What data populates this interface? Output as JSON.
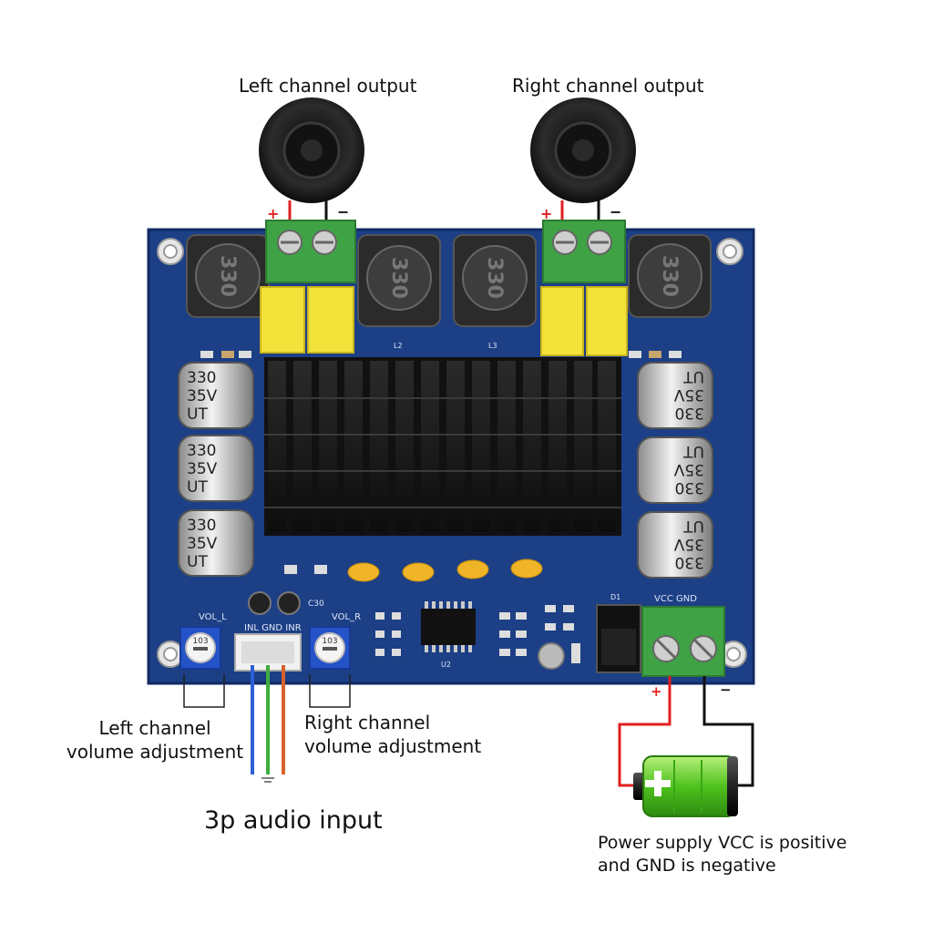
{
  "labels": {
    "left_output": "Left channel output",
    "right_output": "Right channel output",
    "left_volume": "Left channel volume adjustment",
    "right_volume": "Right channel volume adjustment",
    "audio_input": "3p audio input",
    "power_supply": "Power supply VCC is positive and GND is negative"
  },
  "board": {
    "inductor_marking": "330",
    "capacitor_marking": [
      "330",
      "35V",
      "UT"
    ],
    "pot_marking": "103",
    "silk": {
      "vol_l": "VOL_L",
      "vol_r": "VOL_R",
      "input_pins": "INL GND INR",
      "vcc_gnd": "VCC GND",
      "l2": "L2",
      "l3": "L3",
      "u2": "U2",
      "c30": "C30",
      "d1": "D1"
    }
  },
  "polarity": {
    "plus": "+",
    "minus": "−"
  },
  "colors": {
    "pcb": "#1c3f86",
    "terminal": "#3fa245",
    "positive_wire": "#e02020",
    "negative_wire": "#111111",
    "input_wire_left": "#2b5fd8",
    "input_wire_gnd": "#3fae3f",
    "input_wire_right": "#d8622b",
    "battery": "#5bd02d"
  }
}
